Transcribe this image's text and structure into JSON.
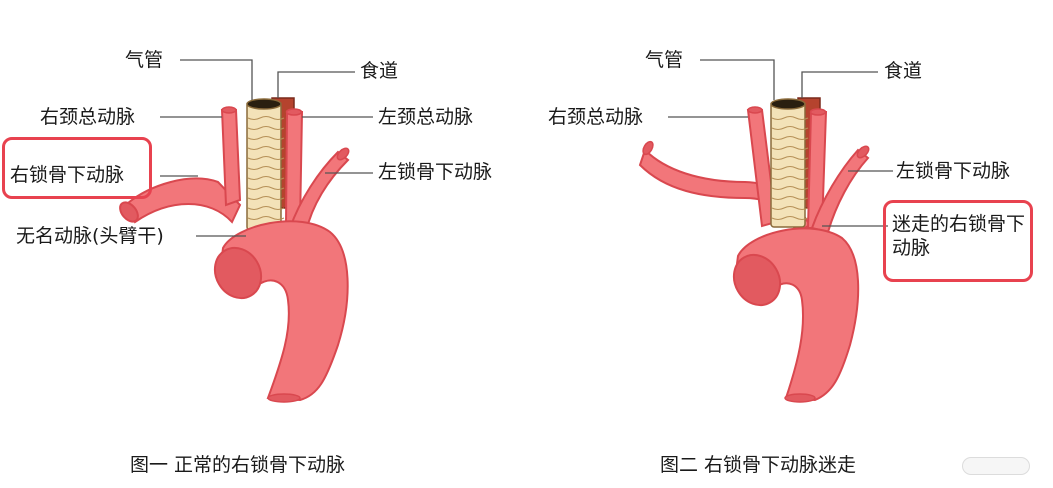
{
  "figure1": {
    "labels": {
      "trachea": "气管",
      "esophagus": "食道",
      "right_common_carotid": "右颈总动脉",
      "left_common_carotid": "左颈总动脉",
      "right_subclavian": "右锁骨下动脉",
      "left_subclavian": "左锁骨下动脉",
      "brachiocephalic": "无名动脉(头臂干)"
    },
    "caption": "图一 正常的右锁骨下动脉"
  },
  "figure2": {
    "labels": {
      "trachea": "气管",
      "esophagus": "食道",
      "right_common_carotid": "右颈总动脉",
      "left_subclavian": "左锁骨下动脉",
      "aberrant_right_subclavian": "迷走的右锁骨下动脉"
    },
    "caption": "图二 右锁骨下动脉迷走"
  },
  "colors": {
    "artery_fill": "#f2767a",
    "artery_stroke": "#d9484f",
    "artery_dark": "#e25a60",
    "trachea_fill": "#f3e2b8",
    "trachea_stroke": "#8a6a3a",
    "esophagus_fill": "#b5432e",
    "highlight": "#e8424f",
    "leader_line": "#555555"
  }
}
